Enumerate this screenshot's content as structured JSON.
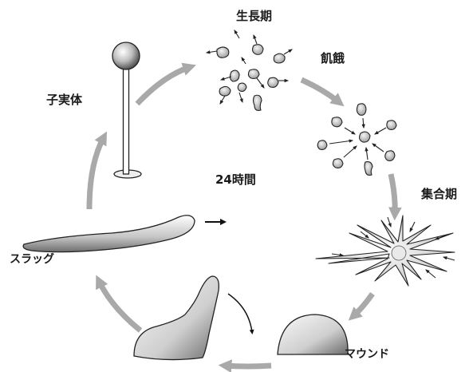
{
  "stages": {
    "growth": "生長期",
    "starvation": "飢餓",
    "aggregation": "集合期",
    "mound": "マウンド",
    "slug": "スラッグ",
    "fruiting_body": "子実体"
  },
  "center": {
    "duration": "24時間"
  },
  "colors": {
    "cycle_arrow": "#a9a9a9",
    "cell_fill": "#c8c8c8",
    "outline": "#1a1a1a"
  }
}
